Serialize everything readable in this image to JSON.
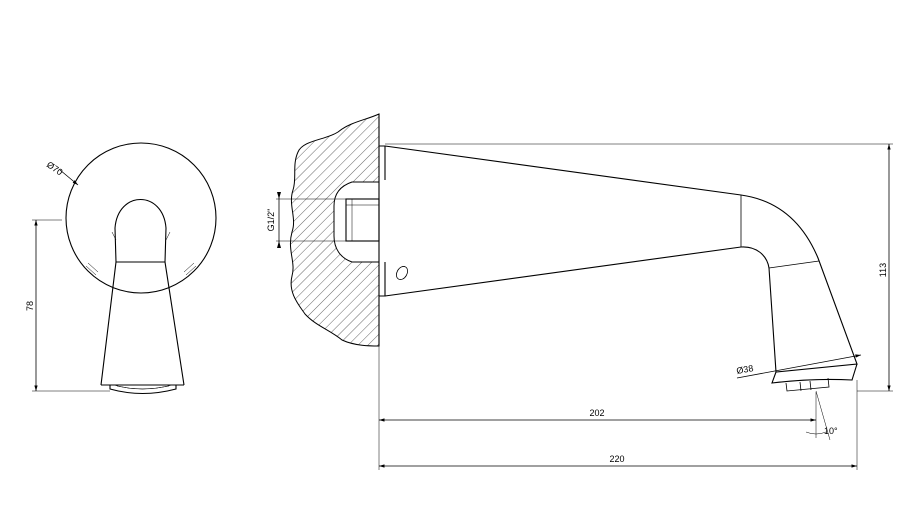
{
  "dimensions": {
    "front_diameter": "Ø70",
    "front_height": "78",
    "thread": "G1/2\"",
    "outlet_diameter": "Ø38",
    "total_height": "113",
    "spout_reach": "202",
    "total_length": "220",
    "angle": "10°"
  },
  "colors": {
    "line": "#000000",
    "background": "#ffffff"
  }
}
